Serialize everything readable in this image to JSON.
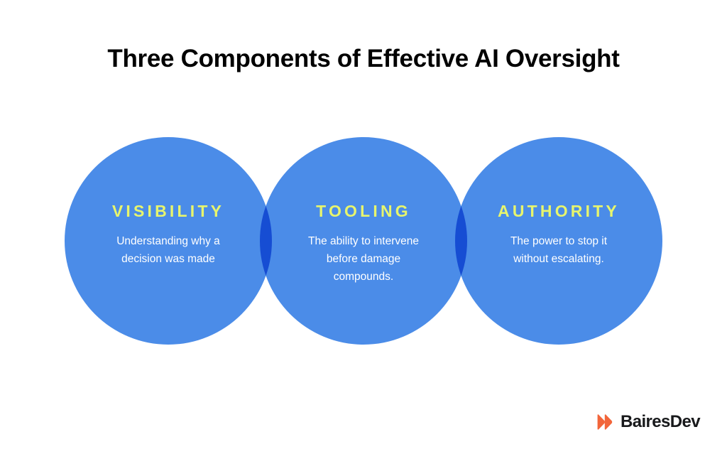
{
  "page": {
    "title": "Three Components of Effective AI Oversight",
    "background_color": "#ffffff"
  },
  "colors": {
    "circle_blue": "#3b82e6",
    "overlap_blue": "#2f6fd0",
    "heading_lime": "#e7f56d",
    "body_white": "#ffffff",
    "title_black": "#000000",
    "logo_orange": "#f2653a",
    "logo_text": "#18191b"
  },
  "diagram": {
    "type": "venn",
    "circles": [
      {
        "id": "visibility",
        "heading": "VISIBILITY",
        "body": "Understanding why a decision was made",
        "body_lines": [
          "Understanding why a",
          "decision was made"
        ]
      },
      {
        "id": "tooling",
        "heading": "TOOLING",
        "body": "The ability to intervene before damage compounds.",
        "body_lines": [
          "The ability to intervene",
          "before damage",
          "compounds."
        ]
      },
      {
        "id": "authority",
        "heading": "AUTHORITY",
        "body": "The power to stop it without escalating.",
        "body_lines": [
          "The power to stop it",
          "without escalating."
        ]
      }
    ]
  },
  "logo": {
    "wordmark": "BairesDev",
    "mark_name": "bairesdev-chevrons-mark"
  }
}
